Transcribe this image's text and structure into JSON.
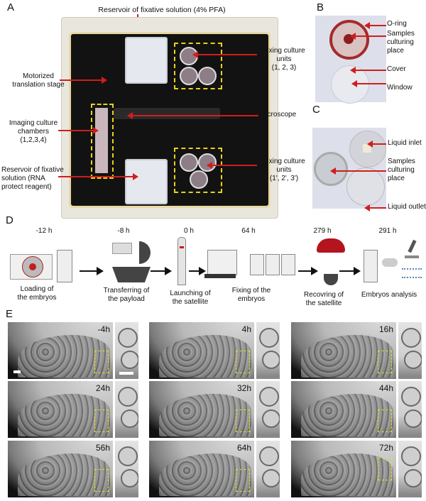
{
  "panels": {
    "A": {
      "label": "A",
      "annotations": {
        "reservoir_top": "Reservoir of fixative solution (4% PFA)",
        "motorized_stage": [
          "Motorized",
          "translation stage"
        ],
        "fixing_units_top": [
          "Fixing culture",
          "units",
          "(1, 2, 3)"
        ],
        "imaging_chambers": [
          "Imaging culture",
          "chambers",
          "(1,2,3,4)"
        ],
        "microscope": "Microscope",
        "reservoir_bottom": [
          "Reservoir of fixative",
          "solution (RNA",
          "protect reagent)"
        ],
        "fixing_units_bottom": [
          "Fixing culture",
          "units",
          "(1', 2', 3')"
        ]
      }
    },
    "B": {
      "label": "B",
      "annotations": {
        "o_ring": "O-ring",
        "samples_place": [
          "Samples",
          "culturing",
          "place"
        ],
        "cover": "Cover",
        "window": "Window"
      }
    },
    "C": {
      "label": "C",
      "annotations": {
        "liquid_inlet": "Liquid inlet",
        "samples_place": [
          "Samples",
          "culturing",
          "place"
        ],
        "liquid_outlet": "Liquid outlet"
      }
    },
    "D": {
      "label": "D",
      "steps": [
        {
          "time": "-12 h",
          "caption": [
            "Loading of",
            "the embryos"
          ]
        },
        {
          "time": "-8 h",
          "caption": [
            "Transferring of",
            "the payload"
          ]
        },
        {
          "time": "0 h",
          "caption": [
            "Launching of",
            "the satellite"
          ]
        },
        {
          "time": "64 h",
          "caption": [
            "Fixing of the",
            "embryos"
          ]
        },
        {
          "time": "279 h",
          "caption": [
            "Recovring of",
            "the satellite"
          ]
        },
        {
          "time": "291 h",
          "caption": [
            "Embryos analysis"
          ]
        }
      ]
    },
    "E": {
      "label": "E",
      "timepoints": [
        "-4h",
        "4h",
        "16h",
        "24h",
        "32h",
        "44h",
        "56h",
        "64h",
        "72h"
      ]
    }
  },
  "colors": {
    "annotation_arrow": "#d11d1d",
    "highlight_box": "#e6d21a",
    "parachute": "#b3141e"
  }
}
